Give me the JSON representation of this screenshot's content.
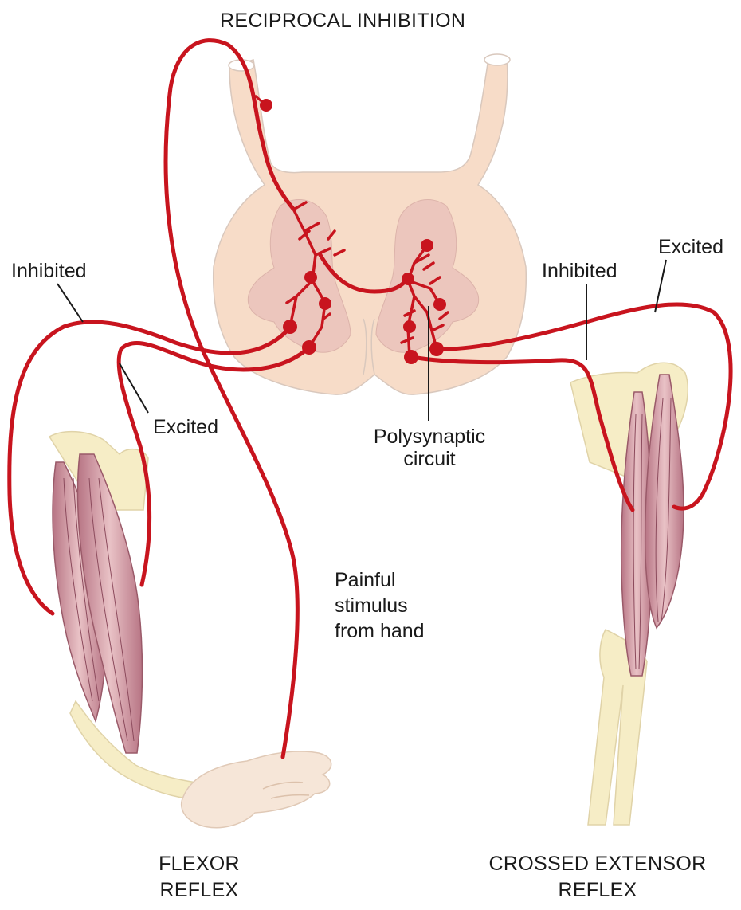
{
  "title": "RECIPROCAL INHIBITION",
  "labels": {
    "inhibited_left": "Inhibited",
    "excited_left": "Excited",
    "inhibited_right": "Inhibited",
    "excited_right": "Excited",
    "polysynaptic_line1": "Polysynaptic",
    "polysynaptic_line2": "circuit",
    "painful_line1": "Painful",
    "painful_line2": "stimulus",
    "painful_line3": "from hand"
  },
  "captions": {
    "flexor_line1": "FLEXOR",
    "flexor_line2": "REFLEX",
    "crossed_line1": "CROSSED EXTENSOR",
    "crossed_line2": "REFLEX"
  },
  "colors": {
    "nerve": "#c8141e",
    "spinal_cord": "#f7dcc8",
    "gray_matter": "#ecc6bd",
    "muscle": "#c98f9a",
    "bone": "#f6edc6",
    "text": "#1a1a1a"
  }
}
